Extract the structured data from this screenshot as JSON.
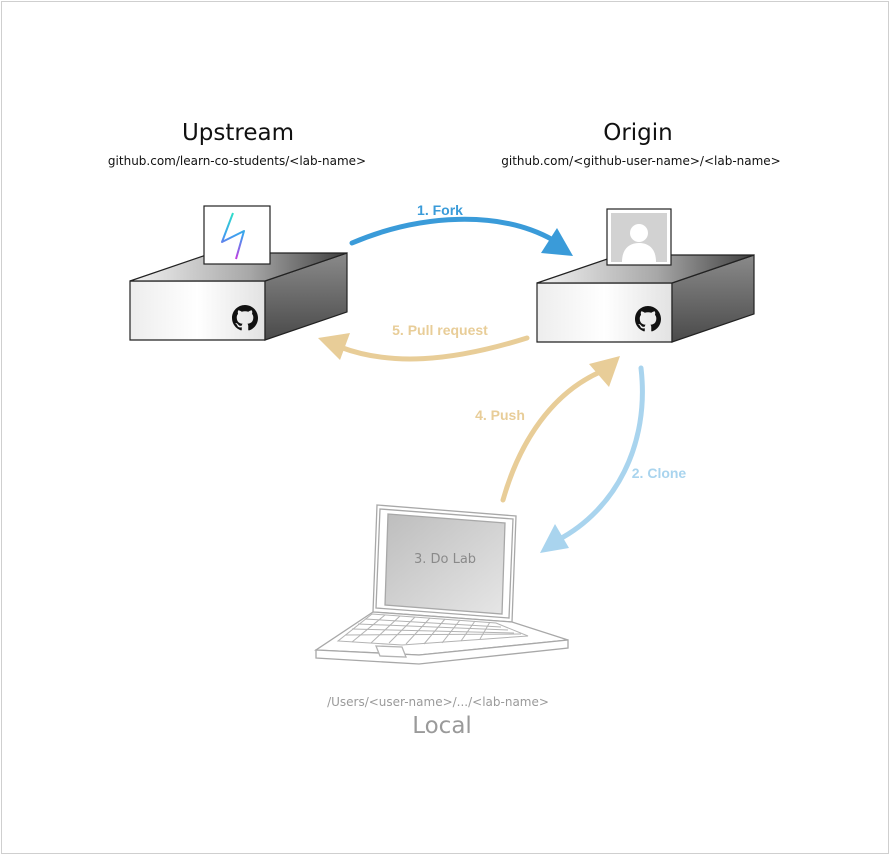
{
  "upstream": {
    "title": "Upstream",
    "path": "github.com/learn-co-students/<lab-name>"
  },
  "origin": {
    "title": "Origin",
    "path": "github.com/<github-user-name>/<lab-name>"
  },
  "local": {
    "title": "Local",
    "path": "/Users/<user-name>/.../<lab-name>",
    "screen_label": "3. Do Lab"
  },
  "steps": {
    "fork": {
      "label": "1. Fork",
      "color": "#3a9bd9"
    },
    "clone": {
      "label": "2. Clone",
      "color": "#a9d4ee"
    },
    "push": {
      "label": "4. Push",
      "color": "#e8cd98"
    },
    "pull_request": {
      "label": "5. Pull request",
      "color": "#e8cd98"
    }
  },
  "icons": {
    "upstream_card": "learn-lightning-icon",
    "origin_card": "user-avatar-icon",
    "server_badge": "github-octocat-icon"
  }
}
